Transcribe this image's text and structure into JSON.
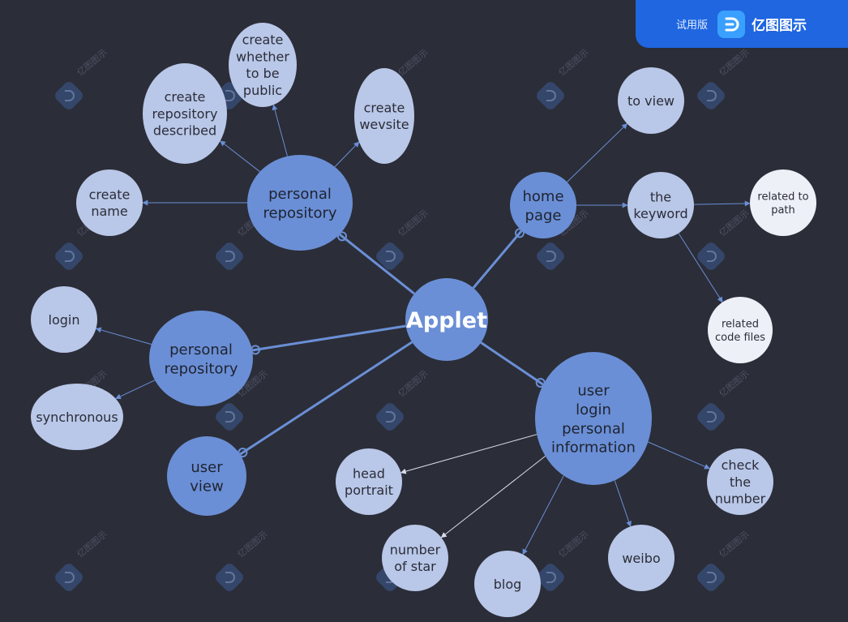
{
  "brand": {
    "trial_label": "试用版",
    "name": "亿图图示",
    "logo_icon": "edraw-logo-icon",
    "color": "#1f66e0"
  },
  "watermark": {
    "text": "亿图图示",
    "icon": "edraw-watermark-icon"
  },
  "colors": {
    "background": "#2b2d38",
    "primary_node": "#6a8fd6",
    "secondary_node": "#b9c7e8",
    "tertiary_node": "#eef0f8",
    "edge": "#6a8fd6",
    "edge_light": "#d8dcea"
  },
  "nodes": [
    {
      "id": "applet",
      "lines": [
        "Applet"
      ],
      "level": "center"
    },
    {
      "id": "personal_repo_top",
      "lines": [
        "personal",
        "repository"
      ],
      "level": "primary"
    },
    {
      "id": "personal_repo_left",
      "lines": [
        "personal",
        "repository"
      ],
      "level": "primary"
    },
    {
      "id": "user_view",
      "lines": [
        "user",
        "view"
      ],
      "level": "primary"
    },
    {
      "id": "home_page",
      "lines": [
        "home",
        "page"
      ],
      "level": "primary"
    },
    {
      "id": "user_login",
      "lines": [
        "user",
        "login",
        "personal",
        "information"
      ],
      "level": "primary"
    },
    {
      "id": "create_repo_desc",
      "lines": [
        "create",
        "repository",
        "described"
      ],
      "level": "secondary"
    },
    {
      "id": "create_public",
      "lines": [
        "create",
        "whether",
        "to be",
        "public"
      ],
      "level": "secondary"
    },
    {
      "id": "create_wevsite",
      "lines": [
        "create",
        "wevsite"
      ],
      "level": "secondary"
    },
    {
      "id": "create_name",
      "lines": [
        "create",
        "name"
      ],
      "level": "secondary"
    },
    {
      "id": "login",
      "lines": [
        "login"
      ],
      "level": "secondary"
    },
    {
      "id": "synchronous",
      "lines": [
        "synchronous"
      ],
      "level": "secondary"
    },
    {
      "id": "to_view",
      "lines": [
        "to view"
      ],
      "level": "secondary"
    },
    {
      "id": "the_keyword",
      "lines": [
        "the",
        "keyword"
      ],
      "level": "secondary"
    },
    {
      "id": "related_path",
      "lines": [
        "related to",
        "path"
      ],
      "level": "tertiary"
    },
    {
      "id": "related_code",
      "lines": [
        "related",
        "code files"
      ],
      "level": "tertiary"
    },
    {
      "id": "head_portrait",
      "lines": [
        "head",
        "portrait"
      ],
      "level": "secondary"
    },
    {
      "id": "number_star",
      "lines": [
        "number",
        "of star"
      ],
      "level": "secondary"
    },
    {
      "id": "blog",
      "lines": [
        "blog"
      ],
      "level": "secondary"
    },
    {
      "id": "weibo",
      "lines": [
        "weibo"
      ],
      "level": "secondary"
    },
    {
      "id": "check_number",
      "lines": [
        "check",
        "the",
        "number"
      ],
      "level": "secondary"
    }
  ],
  "edges": [
    {
      "from": "applet",
      "to": "personal_repo_top",
      "style": "main"
    },
    {
      "from": "applet",
      "to": "personal_repo_left",
      "style": "main"
    },
    {
      "from": "applet",
      "to": "user_view",
      "style": "main"
    },
    {
      "from": "applet",
      "to": "home_page",
      "style": "main"
    },
    {
      "from": "applet",
      "to": "user_login",
      "style": "main"
    },
    {
      "from": "personal_repo_top",
      "to": "create_repo_desc",
      "style": "branch"
    },
    {
      "from": "personal_repo_top",
      "to": "create_public",
      "style": "branch"
    },
    {
      "from": "personal_repo_top",
      "to": "create_wevsite",
      "style": "branch"
    },
    {
      "from": "personal_repo_top",
      "to": "create_name",
      "style": "branch"
    },
    {
      "from": "personal_repo_left",
      "to": "login",
      "style": "branch"
    },
    {
      "from": "personal_repo_left",
      "to": "synchronous",
      "style": "branch"
    },
    {
      "from": "home_page",
      "to": "to_view",
      "style": "branch"
    },
    {
      "from": "home_page",
      "to": "the_keyword",
      "style": "branch"
    },
    {
      "from": "the_keyword",
      "to": "related_path",
      "style": "branch"
    },
    {
      "from": "the_keyword",
      "to": "related_code",
      "style": "branch"
    },
    {
      "from": "user_login",
      "to": "head_portrait",
      "style": "light"
    },
    {
      "from": "user_login",
      "to": "number_star",
      "style": "light"
    },
    {
      "from": "user_login",
      "to": "blog",
      "style": "branch"
    },
    {
      "from": "user_login",
      "to": "weibo",
      "style": "branch"
    },
    {
      "from": "user_login",
      "to": "check_number",
      "style": "branch"
    }
  ]
}
